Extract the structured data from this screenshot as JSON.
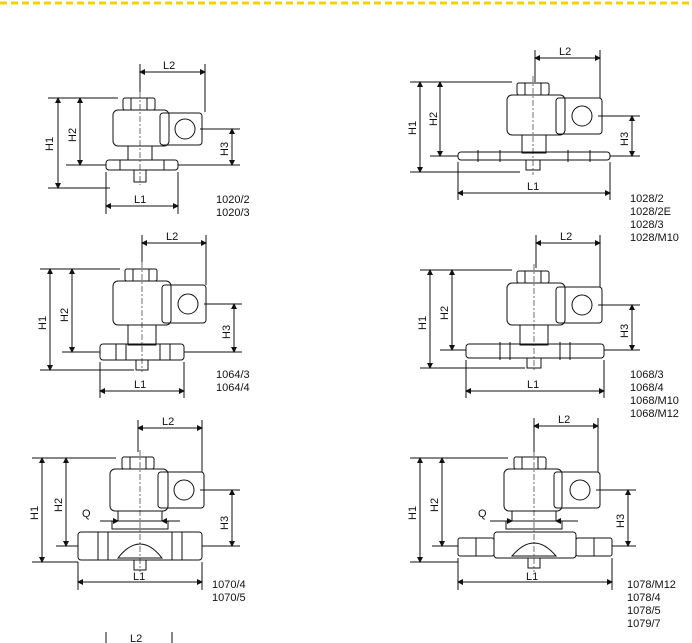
{
  "accent": {
    "dash_color": "#f5d100",
    "line_color": "#111111"
  },
  "dimension_labels": {
    "l1": "L1",
    "l2": "L2",
    "h1": "H1",
    "h2": "H2",
    "h3": "H3",
    "q": "Q"
  },
  "variants": [
    {
      "id": "1020",
      "models": [
        "1020/2",
        "1020/3"
      ]
    },
    {
      "id": "1028",
      "models": [
        "1028/2",
        "1028/2E",
        "1028/3",
        "1028/M10"
      ]
    },
    {
      "id": "1064",
      "models": [
        "1064/3",
        "1064/4"
      ]
    },
    {
      "id": "1068",
      "models": [
        "1068/3",
        "1068/4",
        "1068/M10",
        "1068/M12"
      ]
    },
    {
      "id": "1070",
      "models": [
        "1070/4",
        "1070/5"
      ]
    },
    {
      "id": "1078",
      "models": [
        "1078/M12",
        "1078/4",
        "1078/5",
        "1079/7"
      ]
    }
  ],
  "partial_next": {
    "l2": "L2"
  }
}
